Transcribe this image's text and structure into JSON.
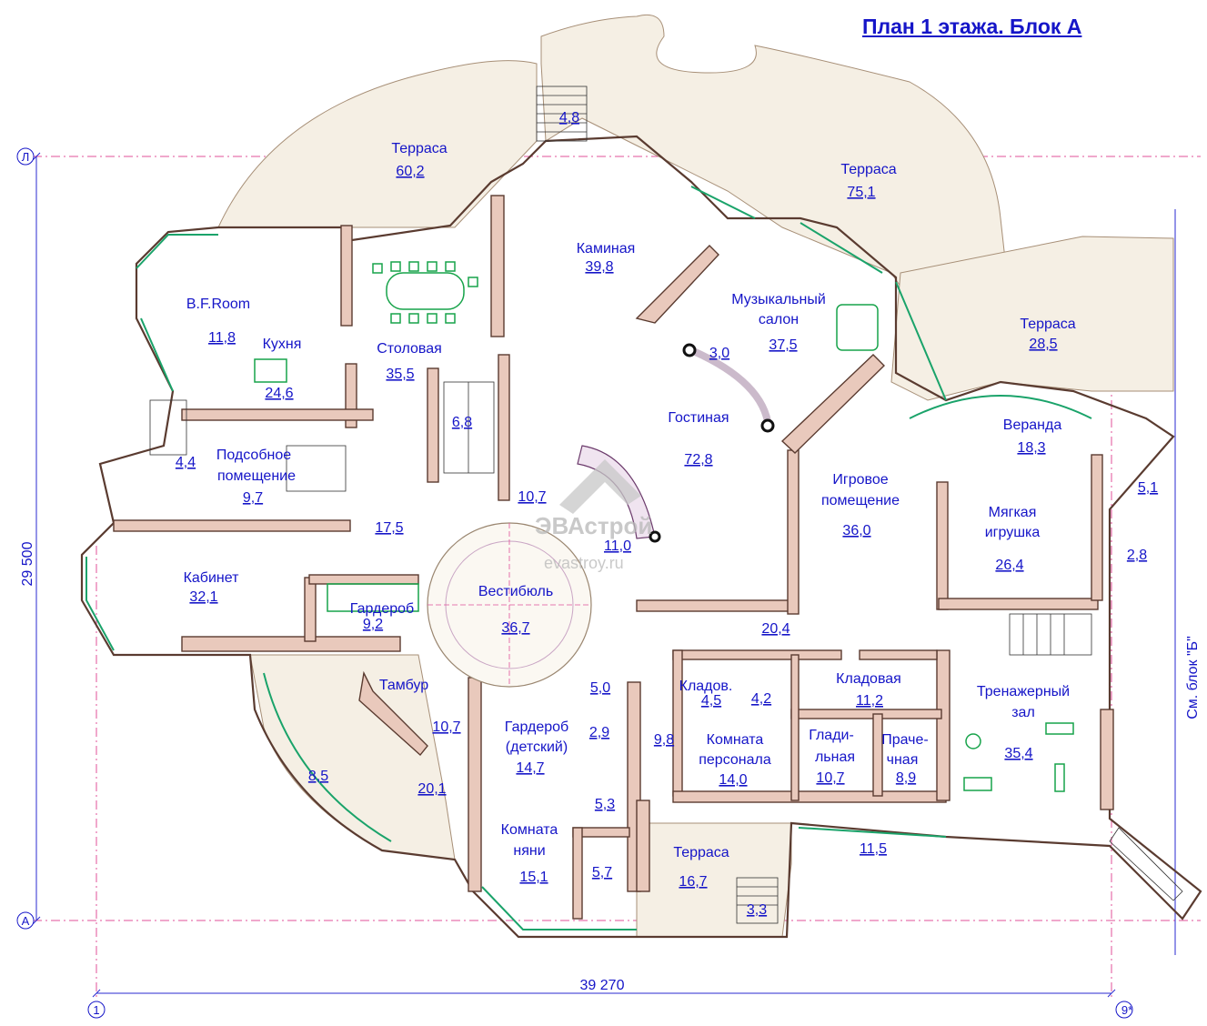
{
  "title": "План 1 этажа. Блок А",
  "side_note": "См. блок \"Б\"",
  "dimensions": {
    "height": "29 500",
    "width": "39 270"
  },
  "axes": {
    "L": "Л",
    "A": "А",
    "one": "1",
    "nine": "9*"
  },
  "watermark": {
    "brand": "ЭВАстрой",
    "site": "evastroy.ru"
  },
  "rooms": {
    "terrace_nw": {
      "name": "Терраса",
      "area": "60,2"
    },
    "terrace_ne": {
      "name": "Терраса",
      "area": "75,1"
    },
    "terrace_e": {
      "name": "Терраса",
      "area": "28,5"
    },
    "terrace_s": {
      "name": "Терраса",
      "area": "16,7"
    },
    "fireplace": {
      "name": "Каминая",
      "area": "39,8"
    },
    "music": {
      "name1": "Музыкальный",
      "name2": "салон",
      "area": "37,5"
    },
    "bfroom": {
      "name": "B.F.Room",
      "area": "11,8"
    },
    "kitchen": {
      "name": "Кухня",
      "area": "24,6"
    },
    "dining": {
      "name": "Столовая",
      "area": "35,5"
    },
    "living": {
      "name": "Гостиная",
      "area": "72,8"
    },
    "veranda": {
      "name": "Веранда",
      "area": "18,3"
    },
    "utility": {
      "name1": "Подсобное",
      "name2": "помещение",
      "area": "9,7"
    },
    "playroom": {
      "name1": "Игровое",
      "name2": "помещение",
      "area": "36,0"
    },
    "softtoy": {
      "name1": "Мягкая",
      "name2": "игрушка",
      "area": "26,4"
    },
    "office": {
      "name": "Кабинет",
      "area": "32,1"
    },
    "wardrobe": {
      "name": "Гардероб",
      "area": "9,2"
    },
    "vestibule": {
      "name": "Вестибюль",
      "area": "36,7"
    },
    "tambour": {
      "name": "Тамбур",
      "area": "10,7"
    },
    "wardrobe_kids": {
      "name1": "Гардероб",
      "name2": "(детский)",
      "area": "14,7"
    },
    "storage_small": {
      "name": "Кладов.",
      "area": "4,5"
    },
    "storage": {
      "name": "Кладовая",
      "area": "11,2"
    },
    "staff": {
      "name1": "Комната",
      "name2": "персонала",
      "area": "14,0"
    },
    "ironing": {
      "name1": "Глади-",
      "name2": "льная",
      "area": "10,7"
    },
    "laundry": {
      "name1": "Праче-",
      "name2": "чная",
      "area": "8,9"
    },
    "gym": {
      "name1": "Тренажерный",
      "name2": "зал",
      "area": "35,4"
    },
    "nanny": {
      "name1": "Комната",
      "name2": "няни",
      "area": "15,1"
    }
  },
  "area_labels": {
    "stair_n": "4,8",
    "curve": "3,0",
    "stair_c": "6,8",
    "stair_w": "4,4",
    "hall_w": "17,5",
    "stair_v": "10,7",
    "hall_v": "11,0",
    "corridor": "20,4",
    "wc_e": "5,1",
    "stor_e": "2,8",
    "bath_a": "5,0",
    "bath_b": "2,9",
    "bath_c": "4,2",
    "corr_s": "9,8",
    "arc_w": "8,5",
    "area_sw": "20,1",
    "corr_n": "5,3",
    "bath_n": "5,7",
    "porch": "11,5",
    "stair_s": "3,3"
  }
}
